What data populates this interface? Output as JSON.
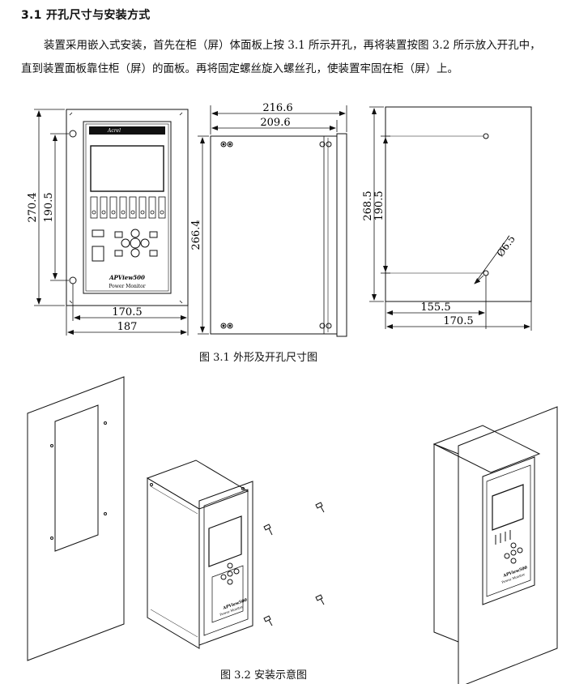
{
  "heading": "3.1 开孔尺寸与安装方式",
  "paragraph": "装置采用嵌入式安装，首先在柜（屏）体面板上按 3.1 所示开孔，再将装置按图 3.2 所示放入开孔中，直到装置面板靠住柜（屏）的面板。再将固定螺丝旋入螺丝孔，使装置牢固在柜（屏）上。",
  "figure1": {
    "caption": "图 3.1  外形及开孔尺寸图",
    "front_view": {
      "brand_text": "Acrel",
      "device_model": "APView500",
      "device_subtitle": "Power Monitor",
      "dim_height_outer": "270.4",
      "dim_height_inner": "190.5",
      "dim_width_inner": "170.5",
      "dim_width_outer": "187"
    },
    "side_view": {
      "dim_width_outer": "216.6",
      "dim_width_inner": "209.6",
      "dim_height": "266.4"
    },
    "cutout_view": {
      "dim_height_outer": "268.5",
      "dim_height_inner": "190.5",
      "dim_hole": "Ø6.5",
      "dim_width_inner": "155.5",
      "dim_width_outer": "170.5"
    }
  },
  "figure2": {
    "caption": "图 3.2  安装示意图",
    "device_model": "APView500",
    "device_subtitle": "Power Monitor"
  }
}
